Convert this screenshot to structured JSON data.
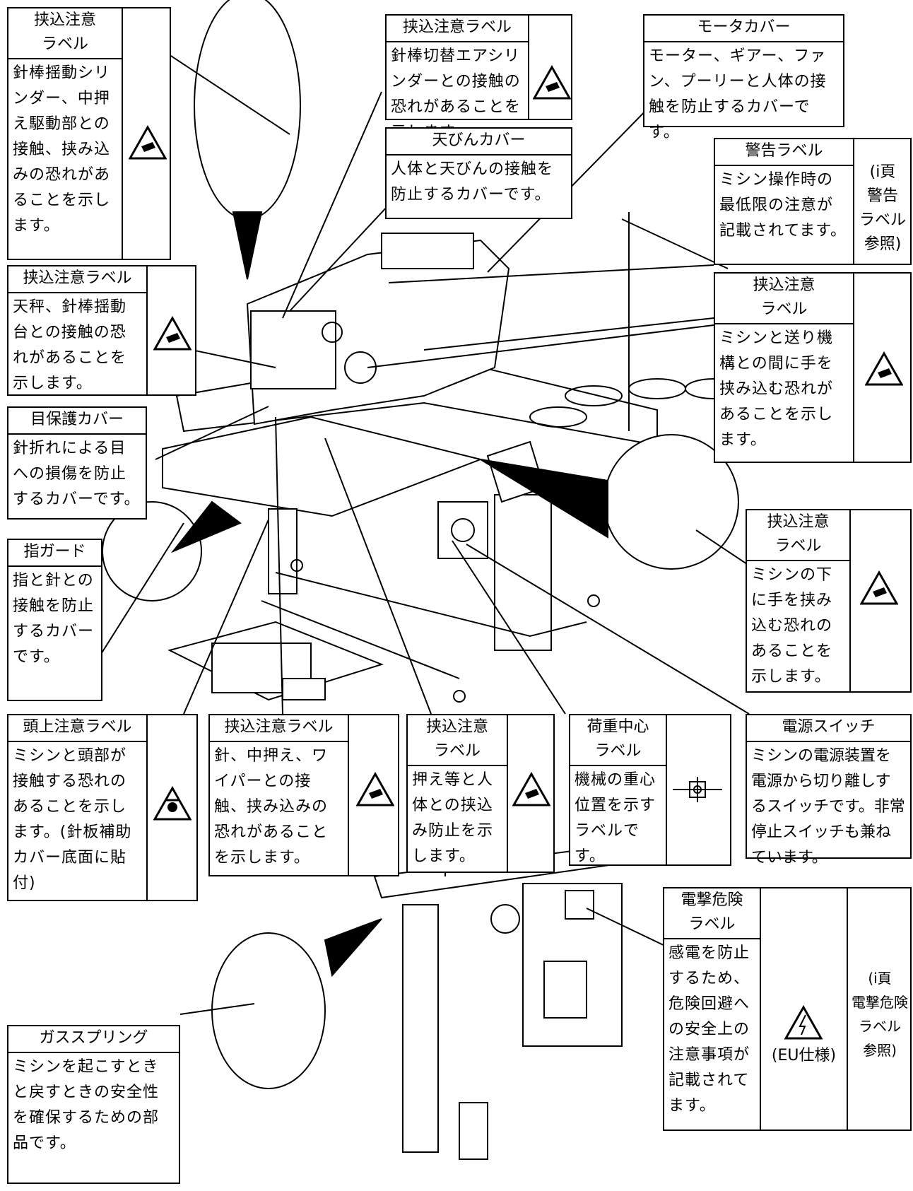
{
  "labels": {
    "top_left": {
      "title": "挟込注意\nラベル",
      "body": "針棒揺動シリンダー、中押え駆動部との接触、挟み込みの恐れがあることを示します。"
    },
    "needle_cyl": {
      "title": "挟込注意ラベル",
      "body": "針棒切替エアシリンダーとの接触の恐れがあることを示します。"
    },
    "motor_cover": {
      "title": "モータカバー",
      "body": "モーター、ギアー、ファン、プーリーと人体の接触を防止するカバーです。"
    },
    "tenbin_cover": {
      "title": "天びんカバー",
      "body": "人体と天びんの接触を防止するカバーです。"
    },
    "warning": {
      "title": "警告ラベル",
      "body": "ミシン操作時の最低限の注意が記載されてます。",
      "side": "(i頁\n警告\nラベル\n参照)"
    },
    "tenbin_label": {
      "title": "挟込注意ラベル",
      "body": "天秤、針棒揺動台との接触の恐れがあることを示します。"
    },
    "feed": {
      "title": "挟込注意\nラベル",
      "body": "ミシンと送り機構との間に手を挟み込む恐れがあることを示します。"
    },
    "eye_cover": {
      "title": "目保護カバー",
      "body": "針折れによる目への損傷を防止するカバーです。"
    },
    "under": {
      "title": "挟込注意\nラベル",
      "body": "ミシンの下に手を挟み込む恐れのあることを示します。"
    },
    "finger": {
      "title": "指ガード",
      "body": "指と針との接触を防止するカバーです。"
    },
    "head": {
      "title": "頭上注意ラベル",
      "body": "ミシンと頭部が接触する恐れのあることを示します。(針板補助カバー底面に貼付)"
    },
    "needle_press": {
      "title": "挟込注意ラベル",
      "body": "針、中押え、ワイパーとの接触、挟み込みの恐れがあることを示します。"
    },
    "press": {
      "title": "挟込注意\nラベル",
      "body": "押え等と人体との挟込み防止を示します。"
    },
    "cog": {
      "title": "荷重中心\nラベル",
      "body": "機械の重心位置を示すラベルです。"
    },
    "power": {
      "title": "電源スイッチ",
      "body": "ミシンの電源装置を電源から切り離しするスイッチです。非常停止スイッチも兼ねています。"
    },
    "shock": {
      "title": "電撃危険\nラベル",
      "body": "感電を防止するため、危険回避への安全上の注意事項が記載されてます。",
      "mid": "(EU仕様)",
      "side": "(i頁\n電撃危険\nラベル\n参照)"
    },
    "gas": {
      "title": "ガススプリング",
      "body": "ミシンを起こすときと戻すときの安全性を確保するための部品です。"
    }
  },
  "icons": {
    "pinch": "hand-pinch-warning-icon",
    "head": "head-bump-warning-icon",
    "cog": "center-of-gravity-icon",
    "shock": "electric-shock-warning-icon"
  }
}
